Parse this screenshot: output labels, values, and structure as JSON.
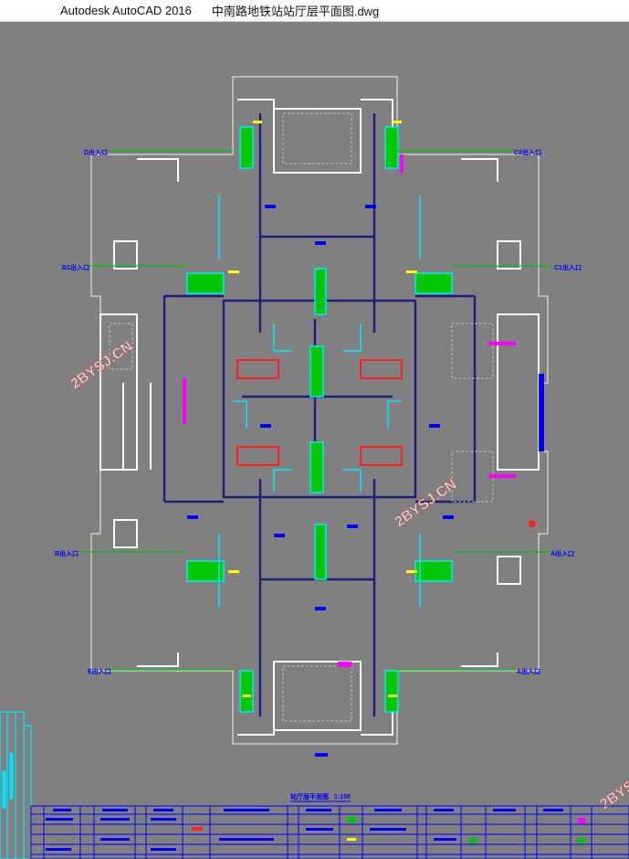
{
  "window": {
    "app_name": "Autodesk AutoCAD 2016",
    "file_name": "中南路地铁站站厅层平面图.dwg"
  },
  "drawing": {
    "title": "站厅层平面图",
    "scale": "1:150",
    "watermark": "2BYSJ.CN",
    "entrance_labels": {
      "d_top_left": "D出入口",
      "c2_top_right": "C2出入口",
      "b1_left": "B1出入口",
      "c1_right": "C1出入口",
      "b_left": "B出入口",
      "a_right": "A出入口",
      "e_bottom_left": "E出入口",
      "a_bottom_right": "A出入口"
    }
  },
  "colors": {
    "background": "#808080",
    "wall": "#ffffff",
    "structure": "#1f1f7a",
    "cyan": "#00e5ff",
    "green": "#00d000",
    "blue": "#0000ff",
    "yellow": "#ffff00",
    "magenta": "#ff00ff",
    "red": "#ff2020"
  }
}
